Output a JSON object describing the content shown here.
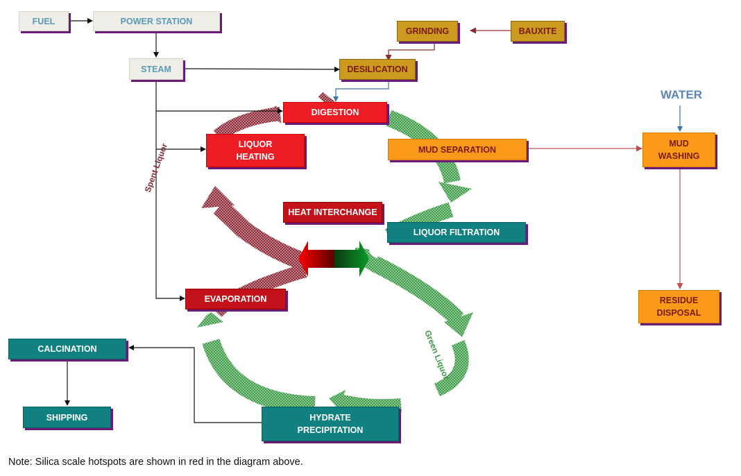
{
  "colors": {
    "grey_box": "#efede7",
    "gold_box": "#cc9a1e",
    "red_box": "#ee1c24",
    "orange_box": "#fb9a18",
    "teal_box": "#108080",
    "shadow": "#6a1b78",
    "green_flow": "#3f9a4a",
    "spent_flow": "#8b2a36"
  },
  "nodes": {
    "fuel": "FUEL",
    "power_station": "POWER STATION",
    "steam": "STEAM",
    "grinding": "GRINDING",
    "bauxite": "BAUXITE",
    "desilication": "DESILICATION",
    "digestion": "DIGESTION",
    "liquor_heating": "LIQUOR\nHEATING",
    "mud_separation": "MUD SEPARATION",
    "mud_washing": "MUD\nWASHING",
    "heat_interchange": "HEAT INTERCHANGE",
    "liquor_filtration": "LIQUOR FILTRATION",
    "evaporation": "EVAPORATION",
    "residue_disposal": "RESIDUE\nDISPOSAL",
    "calcination": "CALCINATION",
    "shipping": "SHIPPING",
    "hydrate_precipitation": "HYDRATE\nPRECIPITATION"
  },
  "labels": {
    "water": "WATER",
    "spent_liquor": "Spent Liquor",
    "green_liquor": "Green Liquor"
  },
  "note": "Note: Silica scale hotspots are shown in red in the diagram above."
}
